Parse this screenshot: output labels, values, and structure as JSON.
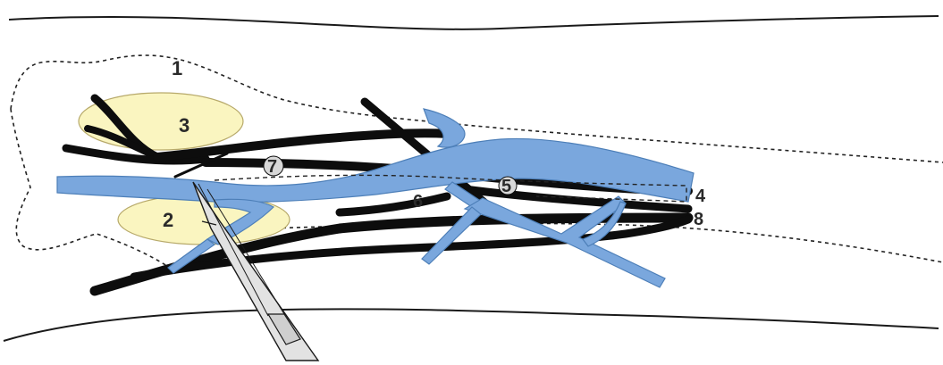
{
  "diagram": {
    "colors": {
      "background": "#ffffff",
      "outline": "#1a1a1a",
      "dashed": "#222222",
      "vessel_blue": "#7aa7dd",
      "vessel_edge": "#4d7fb8",
      "node_yellow": "#faf5c0",
      "node_edge": "#b7a96a",
      "black_vessel": "#0d0d0d",
      "instrument": "#d9d9d9"
    },
    "labels": {
      "l1": "1",
      "l2": "2",
      "l3": "3",
      "l4": "4",
      "l5": "5",
      "l6": "6",
      "l7": "7",
      "l8": "8"
    }
  }
}
